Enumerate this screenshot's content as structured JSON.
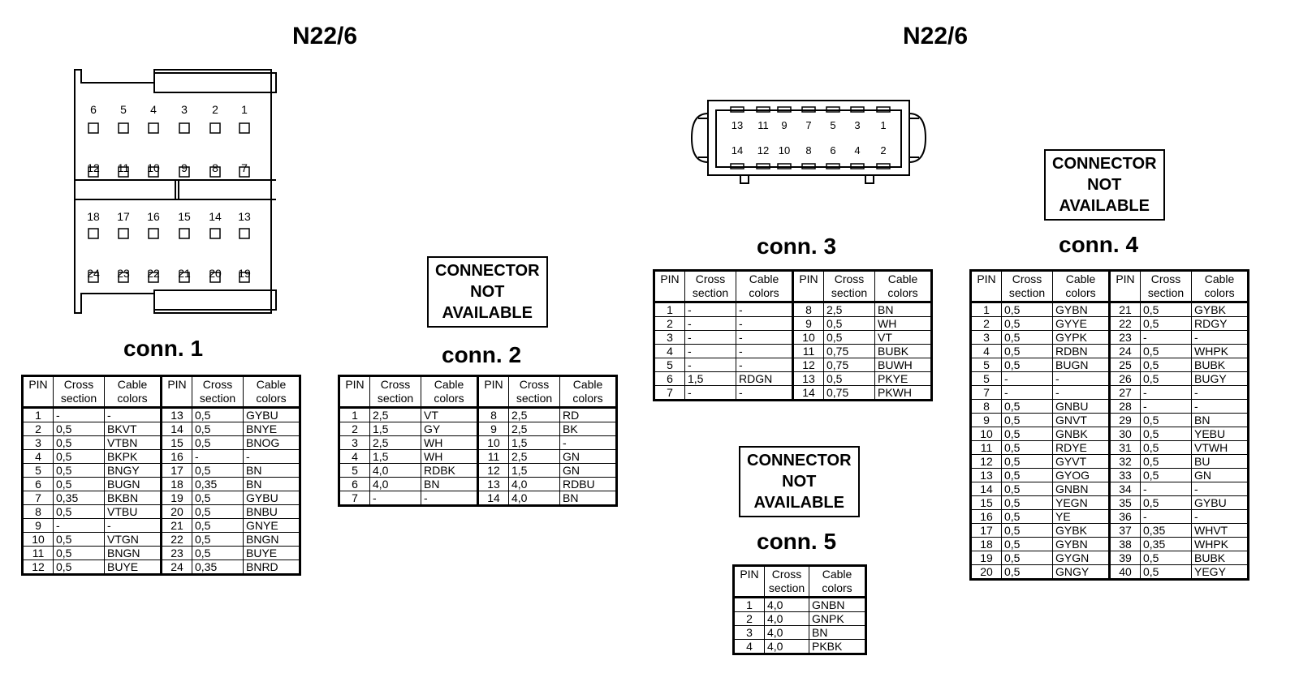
{
  "titles": [
    "N22/6",
    "N22/6"
  ],
  "not_available": [
    "CONNECTOR",
    "NOT",
    "AVAILABLE"
  ],
  "headers": {
    "pin": "PIN",
    "cross": [
      "Cross",
      "section"
    ],
    "cable": [
      "Cable",
      "colors"
    ]
  },
  "connector1_pins_top": [
    "6",
    "5",
    "4",
    "3",
    "2",
    "1"
  ],
  "connector1_pins_row2": [
    "12",
    "11",
    "10",
    "9",
    "8",
    "7"
  ],
  "connector1_pins_row3": [
    "18",
    "17",
    "16",
    "15",
    "14",
    "13"
  ],
  "connector1_pins_row4": [
    "24",
    "23",
    "22",
    "21",
    "20",
    "19"
  ],
  "connector3_pins_top": [
    "13",
    "11",
    "9",
    "7",
    "5",
    "3",
    "1"
  ],
  "connector3_pins_bottom": [
    "14",
    "12",
    "10",
    "8",
    "6",
    "4",
    "2"
  ],
  "connectors": {
    "conn1": {
      "label": "conn. 1",
      "rows": [
        [
          "1",
          "-",
          "-",
          "13",
          "0,5",
          "GYBU"
        ],
        [
          "2",
          "0,5",
          "BKVT",
          "14",
          "0,5",
          "BNYE"
        ],
        [
          "3",
          "0,5",
          "VTBN",
          "15",
          "0,5",
          "BNOG"
        ],
        [
          "4",
          "0,5",
          "BKPK",
          "16",
          "-",
          "-"
        ],
        [
          "5",
          "0,5",
          "BNGY",
          "17",
          "0,5",
          "BN"
        ],
        [
          "6",
          "0,5",
          "BUGN",
          "18",
          "0,35",
          "BN"
        ],
        [
          "7",
          "0,35",
          "BKBN",
          "19",
          "0,5",
          "GYBU"
        ],
        [
          "8",
          "0,5",
          "VTBU",
          "20",
          "0,5",
          "BNBU"
        ],
        [
          "9",
          "-",
          "-",
          "21",
          "0,5",
          "GNYE"
        ],
        [
          "10",
          "0,5",
          "VTGN",
          "22",
          "0,5",
          "BNGN"
        ],
        [
          "11",
          "0,5",
          "BNGN",
          "23",
          "0,5",
          "BUYE"
        ],
        [
          "12",
          "0,5",
          "BUYE",
          "24",
          "0,35",
          "BNRD"
        ]
      ]
    },
    "conn2": {
      "label": "conn. 2",
      "rows": [
        [
          "1",
          "2,5",
          "VT",
          "8",
          "2,5",
          "RD"
        ],
        [
          "2",
          "1,5",
          "GY",
          "9",
          "2,5",
          "BK"
        ],
        [
          "3",
          "2,5",
          "WH",
          "10",
          "1,5",
          "-"
        ],
        [
          "4",
          "1,5",
          "WH",
          "11",
          "2,5",
          "GN"
        ],
        [
          "5",
          "4,0",
          "RDBK",
          "12",
          "1,5",
          "GN"
        ],
        [
          "6",
          "4,0",
          "BN",
          "13",
          "4,0",
          "RDBU"
        ],
        [
          "7",
          "-",
          "-",
          "14",
          "4,0",
          "BN"
        ]
      ]
    },
    "conn3": {
      "label": "conn. 3",
      "rows": [
        [
          "1",
          "-",
          "-",
          "8",
          "2,5",
          "BN"
        ],
        [
          "2",
          "-",
          "-",
          "9",
          "0,5",
          "WH"
        ],
        [
          "3",
          "-",
          "-",
          "10",
          "0,5",
          "VT"
        ],
        [
          "4",
          "-",
          "-",
          "11",
          "0,75",
          "BUBK"
        ],
        [
          "5",
          "-",
          "-",
          "12",
          "0,75",
          "BUWH"
        ],
        [
          "6",
          "1,5",
          "RDGN",
          "13",
          "0,5",
          "PKYE"
        ],
        [
          "7",
          "-",
          "-",
          "14",
          "0,75",
          "PKWH"
        ]
      ]
    },
    "conn4": {
      "label": "conn. 4",
      "rows": [
        [
          "1",
          "0,5",
          "GYBN",
          "21",
          "0,5",
          "GYBK"
        ],
        [
          "2",
          "0,5",
          "GYYE",
          "22",
          "0,5",
          "RDGY"
        ],
        [
          "3",
          "0,5",
          "GYPK",
          "23",
          "-",
          "-"
        ],
        [
          "4",
          "0,5",
          "RDBN",
          "24",
          "0,5",
          "WHPK"
        ],
        [
          "5",
          "0,5",
          "BUGN",
          "25",
          "0,5",
          "BUBK"
        ],
        [
          "5",
          "-",
          "-",
          "26",
          "0,5",
          "BUGY"
        ],
        [
          "7",
          "-",
          "-",
          "27",
          "-",
          "-"
        ],
        [
          "8",
          "0,5",
          "GNBU",
          "28",
          "-",
          "-"
        ],
        [
          "9",
          "0,5",
          "GNVT",
          "29",
          "0,5",
          "BN"
        ],
        [
          "10",
          "0,5",
          "GNBK",
          "30",
          "0,5",
          "YEBU"
        ],
        [
          "11",
          "0,5",
          "RDYE",
          "31",
          "0,5",
          "VTWH"
        ],
        [
          "12",
          "0,5",
          "GYVT",
          "32",
          "0,5",
          "BU"
        ],
        [
          "13",
          "0,5",
          "GYOG",
          "33",
          "0,5",
          "GN"
        ],
        [
          "14",
          "0,5",
          "GNBN",
          "34",
          "-",
          "-"
        ],
        [
          "15",
          "0,5",
          "YEGN",
          "35",
          "0,5",
          "GYBU"
        ],
        [
          "16",
          "0,5",
          "YE",
          "36",
          "-",
          "-"
        ],
        [
          "17",
          "0,5",
          "GYBK",
          "37",
          "0,35",
          "WHVT"
        ],
        [
          "18",
          "0,5",
          "GYBN",
          "38",
          "0,35",
          "WHPK"
        ],
        [
          "19",
          "0,5",
          "GYGN",
          "39",
          "0,5",
          "BUBK"
        ],
        [
          "20",
          "0,5",
          "GNGY",
          "40",
          "0,5",
          "YEGY"
        ]
      ]
    },
    "conn5": {
      "label": "conn. 5",
      "rows": [
        [
          "1",
          "4,0",
          "GNBN"
        ],
        [
          "2",
          "4,0",
          "GNPK"
        ],
        [
          "3",
          "4,0",
          "BN"
        ],
        [
          "4",
          "4,0",
          "PKBK"
        ]
      ]
    }
  }
}
